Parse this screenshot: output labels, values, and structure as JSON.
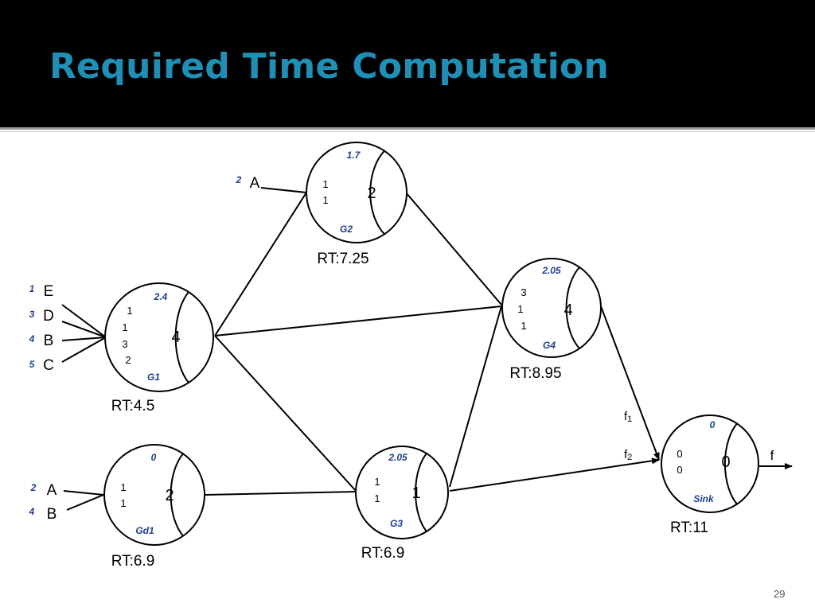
{
  "slide": {
    "title": "Required Time Computation",
    "page_number": "29",
    "title_color": "#1f8fb5",
    "accent_color": "#1f3f8f"
  },
  "gates": {
    "g2": {
      "name": "G2",
      "delay": "2",
      "top_value": "1.7",
      "pins": [
        "1",
        "1"
      ],
      "rt": "RT:7.25"
    },
    "g1": {
      "name": "G1",
      "delay": "4",
      "top_value": "2.4",
      "pins": [
        "1",
        "1",
        "3",
        "2"
      ],
      "rt": "RT:4.5"
    },
    "g4": {
      "name": "G4",
      "delay": "4",
      "top_value": "2.05",
      "pins": [
        "3",
        "1",
        "1"
      ],
      "rt": "RT:8.95"
    },
    "gd1": {
      "name": "Gd1",
      "delay": "2",
      "top_value": "0",
      "pins": [
        "1",
        "1"
      ],
      "rt": "RT:6.9"
    },
    "g3": {
      "name": "G3",
      "delay": "1",
      "top_value": "2.05",
      "pins": [
        "1",
        "1"
      ],
      "rt": "RT:6.9"
    },
    "sink": {
      "name": "Sink",
      "delay": "0",
      "top_value": "0",
      "pins": [
        "0",
        "0"
      ],
      "rt": "RT:11"
    }
  },
  "inputs": {
    "g2_a": {
      "label": "A",
      "value": "2"
    },
    "g1_e": {
      "label": "E",
      "value": "1"
    },
    "g1_d": {
      "label": "D",
      "value": "3"
    },
    "g1_b": {
      "label": "B",
      "value": "4"
    },
    "g1_c": {
      "label": "C",
      "value": "5"
    },
    "gd1_a": {
      "label": "A",
      "value": "2"
    },
    "gd1_b": {
      "label": "B",
      "value": "4"
    }
  },
  "wires": {
    "f1": {
      "base": "f",
      "sub": "1"
    },
    "f2": {
      "base": "f",
      "sub": "2"
    },
    "output": "f"
  }
}
